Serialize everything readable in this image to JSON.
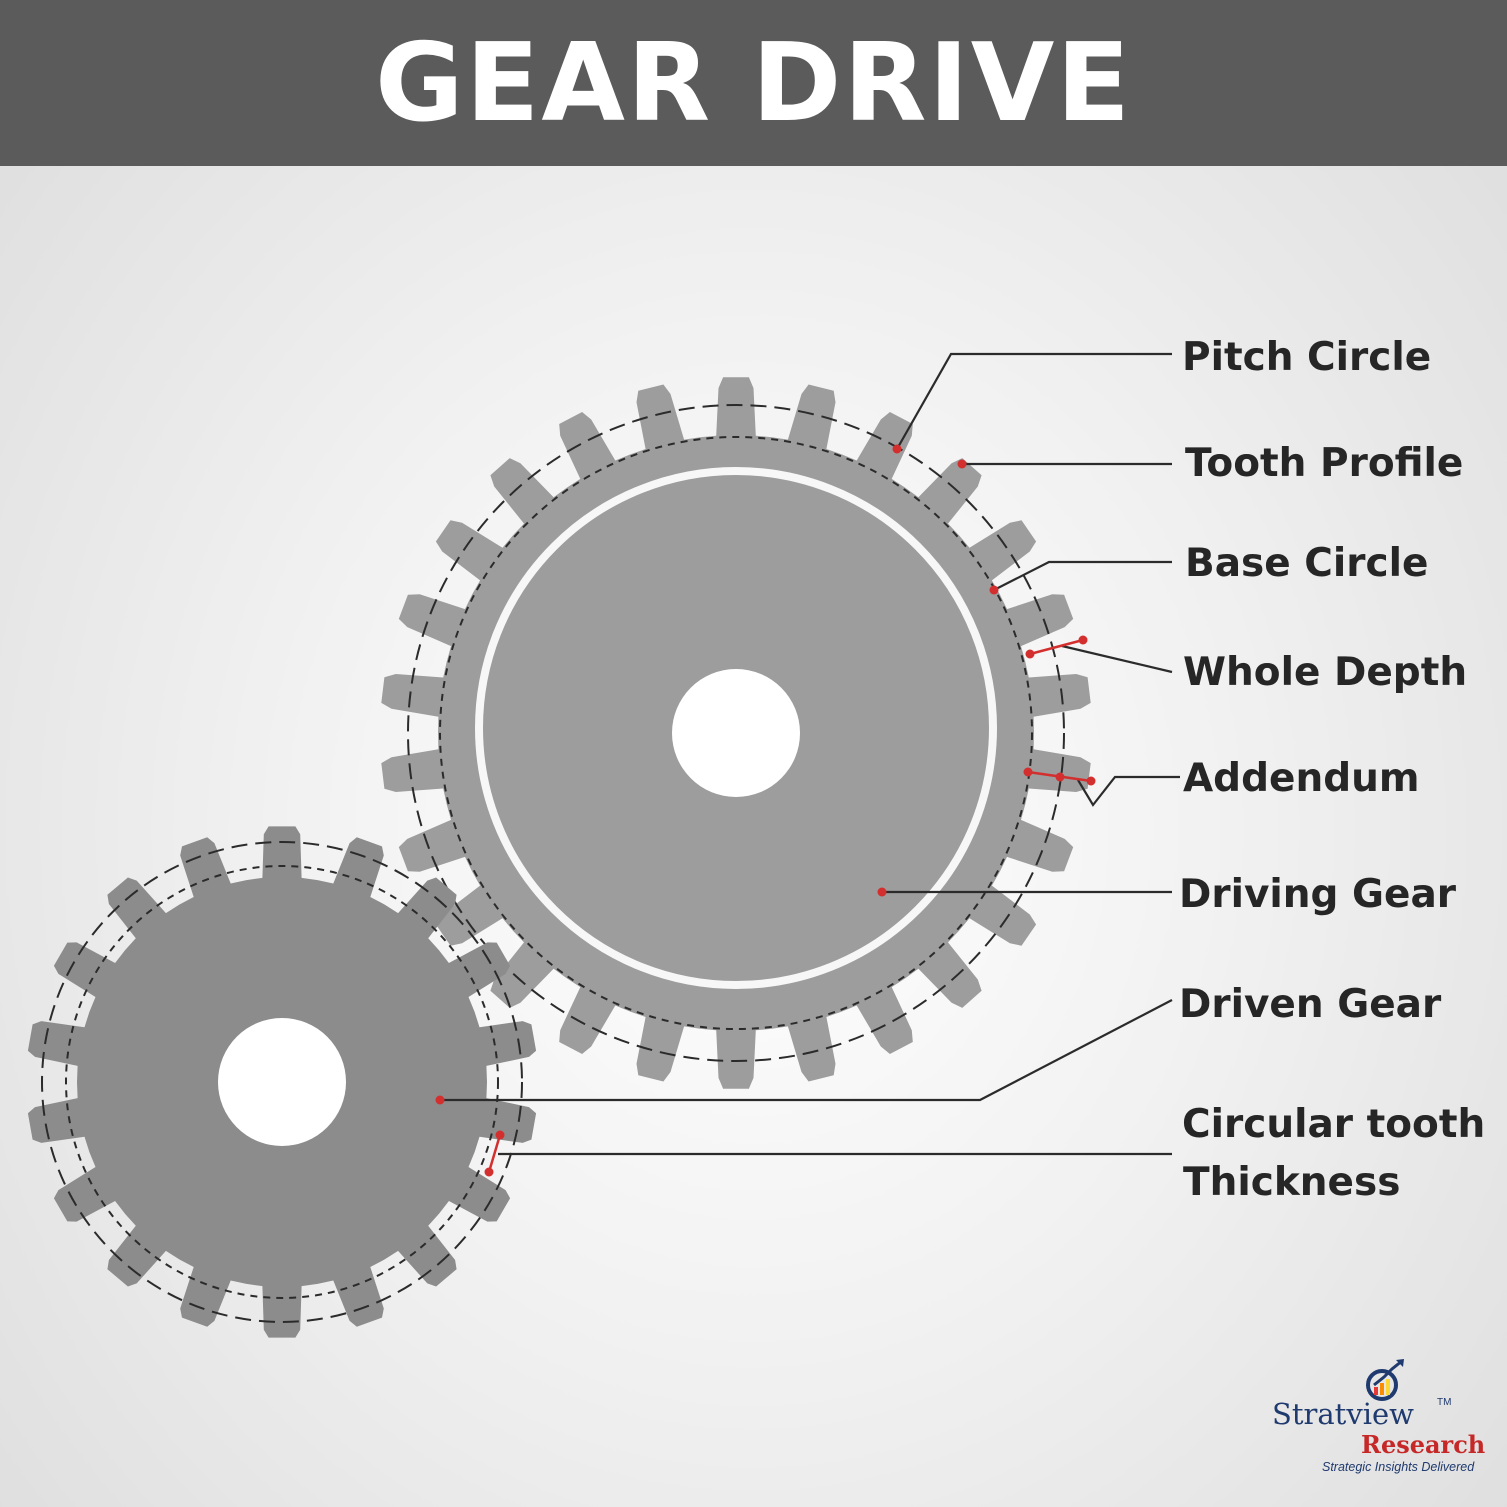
{
  "title": "GEAR DRIVE",
  "labels": {
    "pitch_circle": "Pitch Circle",
    "tooth_profile": "Tooth Profile",
    "base_circle": "Base Circle",
    "whole_depth": "Whole Depth",
    "addendum": "Addendum",
    "driving_gear": "Driving Gear",
    "driven_gear": "Driven Gear",
    "circular_tooth_line1": "Circular tooth",
    "circular_tooth_line2": "Thickness"
  },
  "logo": {
    "brand": "Stratview",
    "trademark": "TM",
    "sub": "Research",
    "tagline": "Strategic Insights Delivered"
  },
  "colors": {
    "header": "#5b5b5b",
    "gear_large": "#9d9d9d",
    "gear_small": "#8c8c8c",
    "marker": "#d32f2f",
    "leader": "#2b2b2b"
  },
  "gears": {
    "driving": {
      "teeth": 26
    },
    "driven": {
      "teeth": 18
    }
  }
}
